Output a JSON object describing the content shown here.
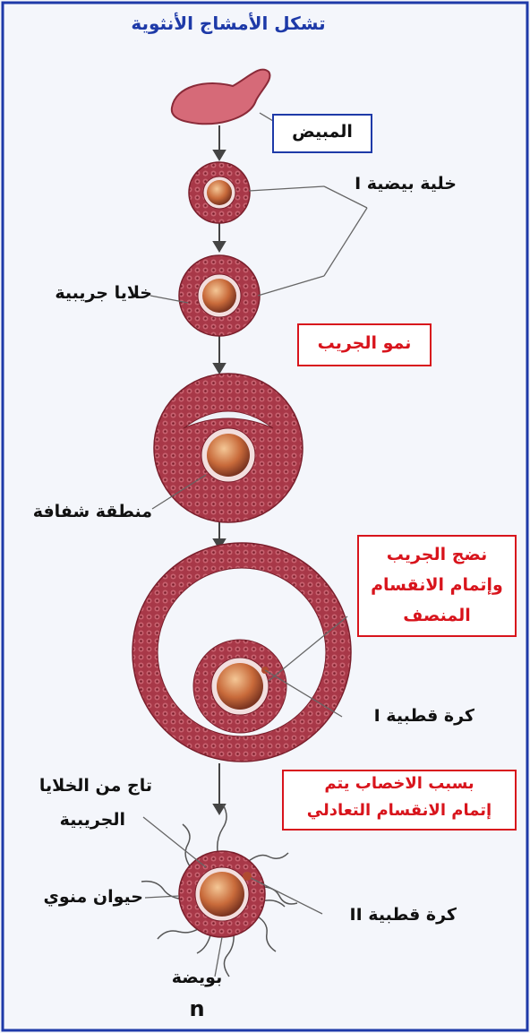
{
  "title": "تشكل الأمشاج الأنثوية",
  "labels": {
    "ovary": "المبيض",
    "oocyte": "خلية بيضية I",
    "follicle_cells": "خلايا جريبية",
    "zona": "منطقة شفافة",
    "polar1": "كرة قطبية I",
    "corona_line1": "تاج من الخلايا",
    "corona_line2": "الجريبية",
    "sperm": "حيوان منوي",
    "polar2": "كرة قطبية II",
    "ovum": "بويضة",
    "ploidy": "n"
  },
  "stage_notes": {
    "growth": "نمو الجريب",
    "maturation_line1": "نضج الجريب",
    "maturation_line2": "وإتمام الانقسام",
    "maturation_line3": "المنصف",
    "fertilization_line1": "بسبب الاخصاب يتم",
    "fertilization_line2": "إتمام الانقسام التعادلي"
  },
  "colors": {
    "title": "#1e3aa8",
    "note_red": "#d8141c",
    "cell_tissue": "#a83848",
    "nucleus": "#c86a3a"
  }
}
